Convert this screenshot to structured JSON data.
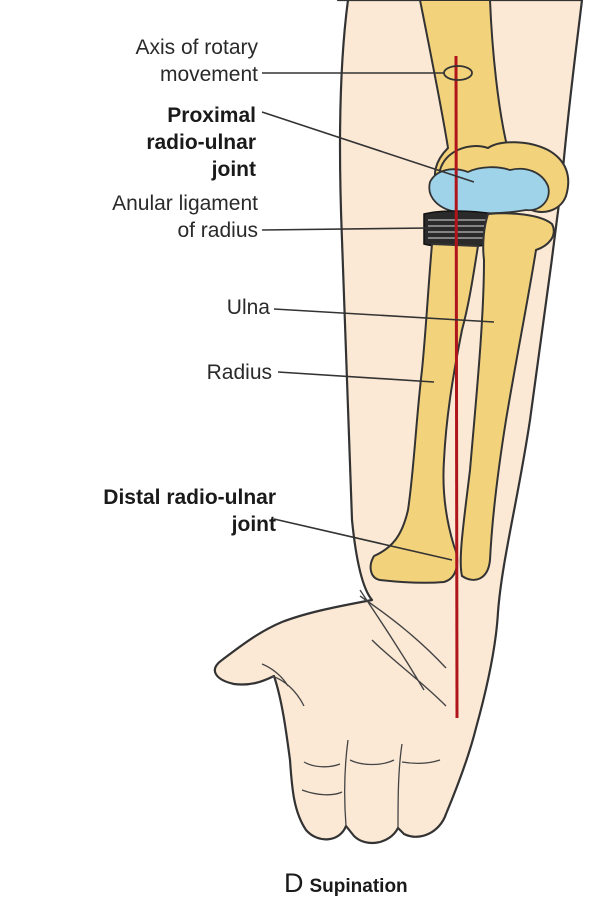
{
  "labels": {
    "axis_line1": "Axis of rotary",
    "axis_line2": "movement",
    "proximal_line1": "Proximal",
    "proximal_line2": "radio-ulnar",
    "proximal_line3": "joint",
    "anular_line1": "Anular ligament",
    "anular_line2": "of radius",
    "ulna": "Ulna",
    "radius": "Radius",
    "distal_line1": "Distal radio-ulnar",
    "distal_line2": "joint"
  },
  "caption": {
    "letter": "D",
    "text": "Supination"
  },
  "colors": {
    "skin": "#fbe9d6",
    "bone": "#f3d27c",
    "cartilage": "#9fd3ea",
    "axis_line": "#b0151c",
    "outline": "#333333"
  }
}
